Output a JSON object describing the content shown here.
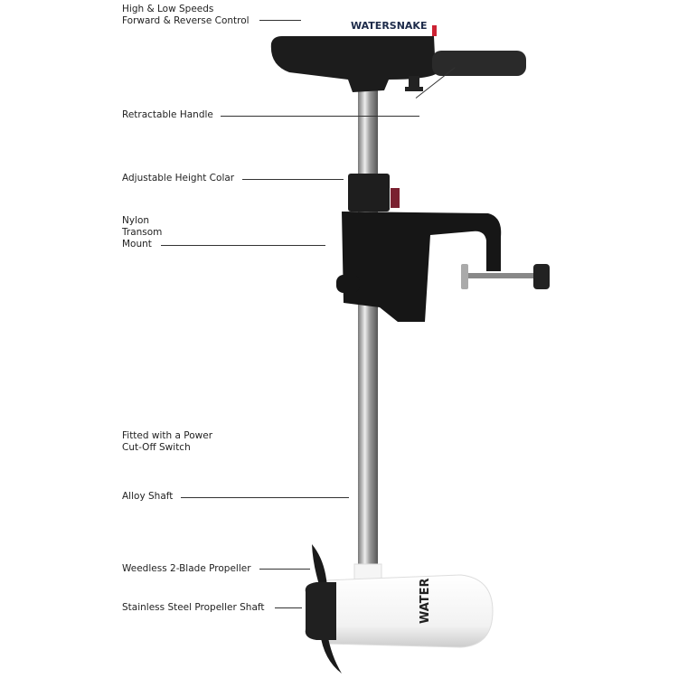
{
  "brand": {
    "logo_text": "WATERSNAKE",
    "lower_unit_text": "WATER"
  },
  "callouts": [
    {
      "label": "High & Low Speeds\nForward & Reverse Control"
    },
    {
      "label": "Retractable Handle"
    },
    {
      "label": "Adjustable Height Colar"
    },
    {
      "label": "Nylon\nTransom\nMount"
    },
    {
      "label": "Fitted with a Power\nCut-Off Switch"
    },
    {
      "label": "Alloy Shaft"
    },
    {
      "label": "Weedless 2-Blade Propeller"
    },
    {
      "label": "Stainless Steel Propeller Shaft"
    }
  ]
}
